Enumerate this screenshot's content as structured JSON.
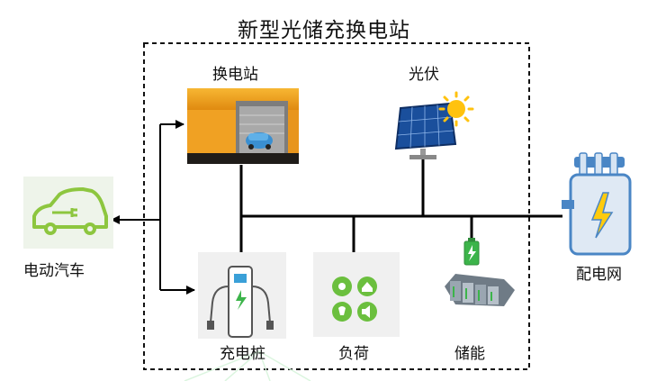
{
  "title": "新型光储充换电站",
  "labels": {
    "swap_station": "换电站",
    "pv": "光伏",
    "ev": "电动汽车",
    "charging_pile": "充电桩",
    "load": "负荷",
    "storage": "储能",
    "grid": "配电网"
  }
}
